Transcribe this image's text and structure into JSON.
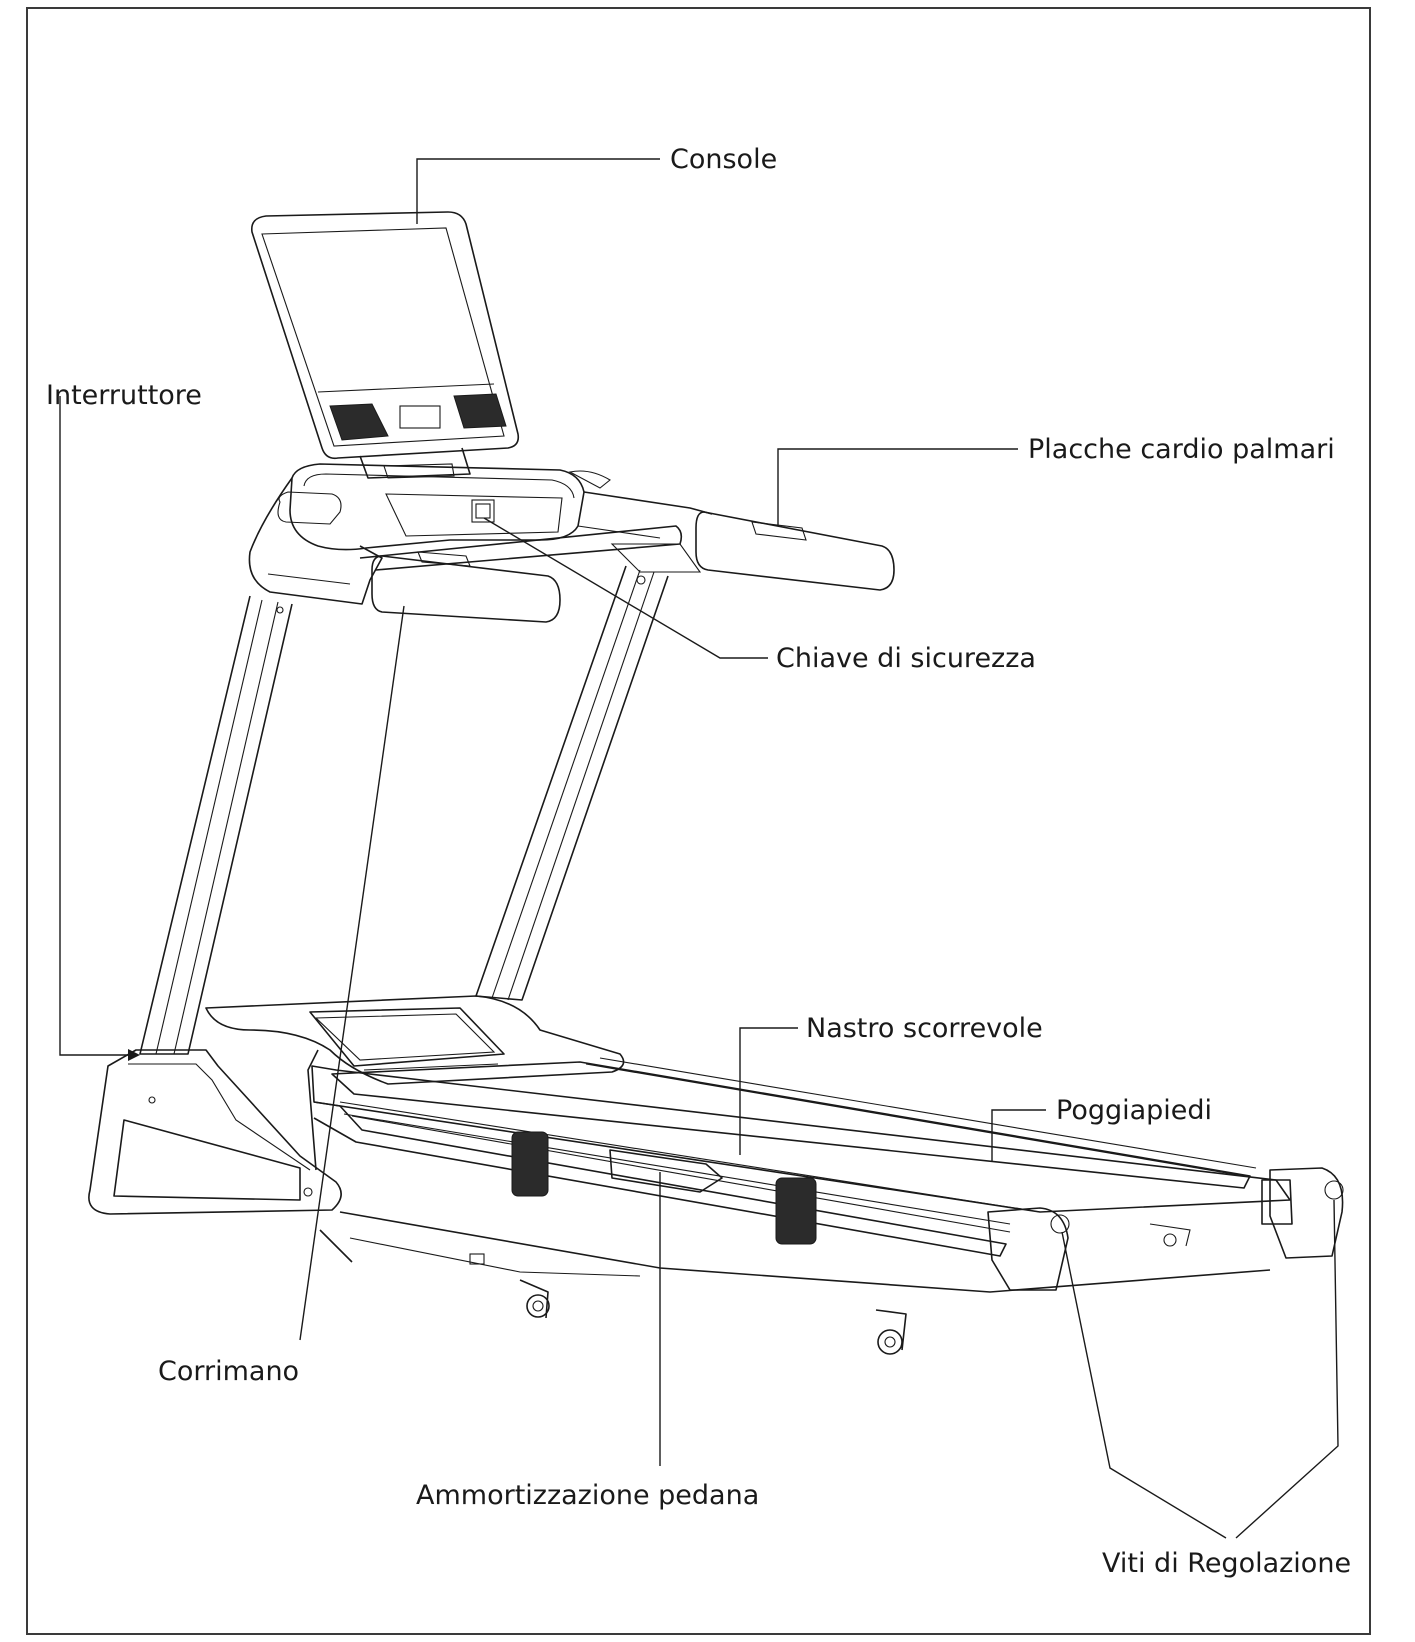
{
  "labels": {
    "console": "Console",
    "interruttore": "Interruttore",
    "placche": "Placche cardio palmari",
    "chiave": "Chiave di sicurezza",
    "nastro": "Nastro scorrevole",
    "poggiapiedi": "Poggiapiedi",
    "corrimano": "Corrimano",
    "ammortizzazione": "Ammortizzazione pedana",
    "viti": "Viti di Regolazione"
  }
}
